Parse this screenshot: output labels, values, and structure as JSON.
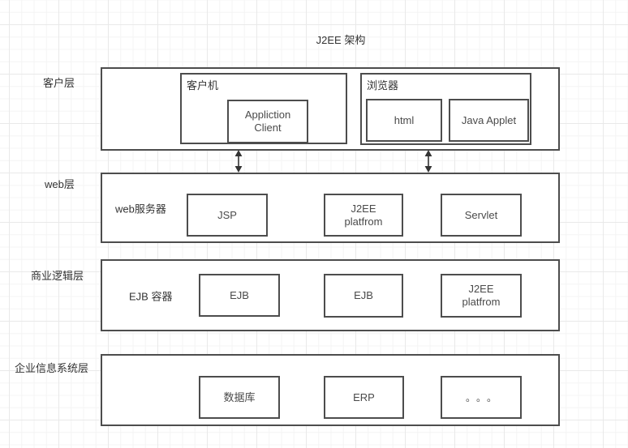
{
  "diagram": {
    "title": "J2EE 架构",
    "colors": {
      "shape_border": "#4d4d4d",
      "text": "#404040",
      "canvas_background": "#ffffff",
      "grid_minor": "#f4f4f4",
      "grid_major": "#e9e9e9",
      "arrow": "#333333"
    },
    "layers": {
      "client": {
        "side_label": "客户层",
        "client_machine": {
          "label": "客户机",
          "app_client_label": "Appliction\nClient"
        },
        "browser": {
          "label": "浏览器",
          "html_label": "html",
          "java_applet_label": "Java Applet"
        }
      },
      "web": {
        "side_label": "web层",
        "server_label": "web服务器",
        "jsp_label": "JSP",
        "j2ee_platform_label": "J2EE\nplatfrom",
        "servlet_label": "Servlet"
      },
      "business": {
        "side_label": "商业逻辑层",
        "container_label": "EJB 容器",
        "ejb1_label": "EJB",
        "ejb2_label": "EJB",
        "j2ee_platform_label": "J2EE\nplatfrom"
      },
      "eis": {
        "side_label": "企业信息系统层",
        "database_label": "数据库",
        "erp_label": "ERP",
        "more_label": "。。。"
      }
    }
  }
}
